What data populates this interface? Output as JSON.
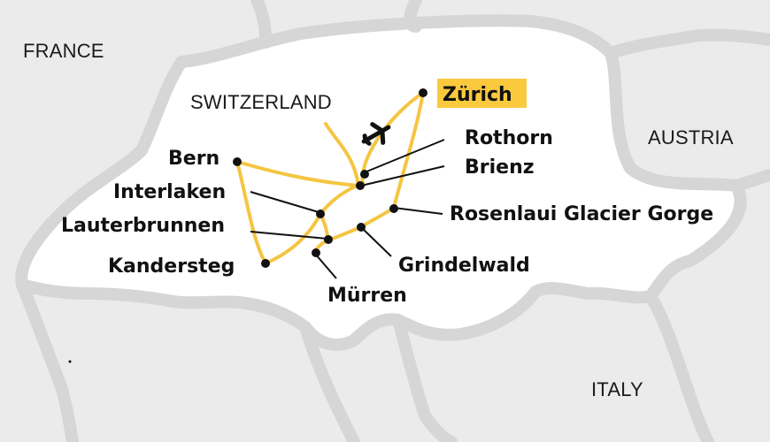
{
  "countries": {
    "france": "FRANCE",
    "switzerland": "SWITZERLAND",
    "austria": "AUSTRIA",
    "italy": "ITALY"
  },
  "cities": {
    "zurich": "Zürich",
    "rothorn": "Rothorn",
    "brienz": "Brienz",
    "bern": "Bern",
    "interlaken": "Interlaken",
    "lauterbrunnen": "Lauterbrunnen",
    "rosenlaui": "Rosenlaui Glacier Gorge",
    "kandersteg": "Kandersteg",
    "grindelwald": "Grindelwald",
    "murren": "Mürren"
  },
  "colors": {
    "background": "#ebebeb",
    "land": "#ffffff",
    "border": "#d6d6d6",
    "route": "#f5c542",
    "highlight": "#fbc93d",
    "marker": "#111111"
  },
  "icons": {
    "airport": "airplane-icon"
  }
}
